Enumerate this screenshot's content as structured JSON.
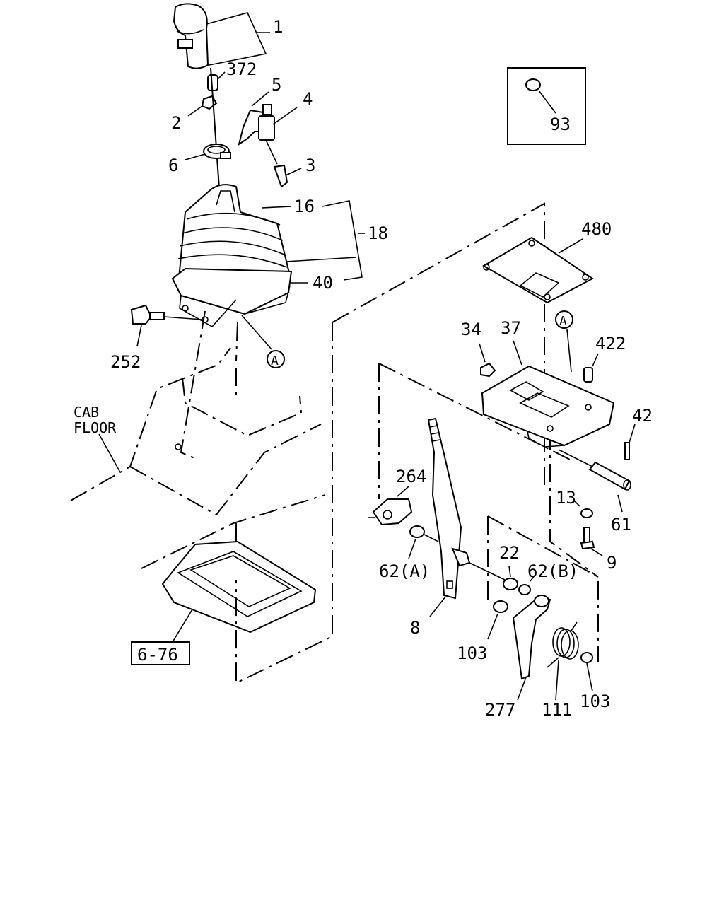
{
  "labels": {
    "p1": "1",
    "p372": "372",
    "p5": "5",
    "p4": "4",
    "p2": "2",
    "p6": "6",
    "p3": "3",
    "p16": "16",
    "p18": "18",
    "p40": "40",
    "p252": "252",
    "callout_a_left": "A",
    "cab": "CAB",
    "floor": "FLOOR",
    "ref": "6-76",
    "p93": "93",
    "p480": "480",
    "callout_a_right": "A",
    "p34": "34",
    "p37": "37",
    "p422": "422",
    "p42": "42",
    "p264": "264",
    "p13": "13",
    "p61": "61",
    "p9": "9",
    "p22": "22",
    "p62a": "62(A)",
    "p62b": "62(B)",
    "p8": "8",
    "p103a": "103",
    "p277": "277",
    "p111": "111",
    "p103b": "103"
  }
}
